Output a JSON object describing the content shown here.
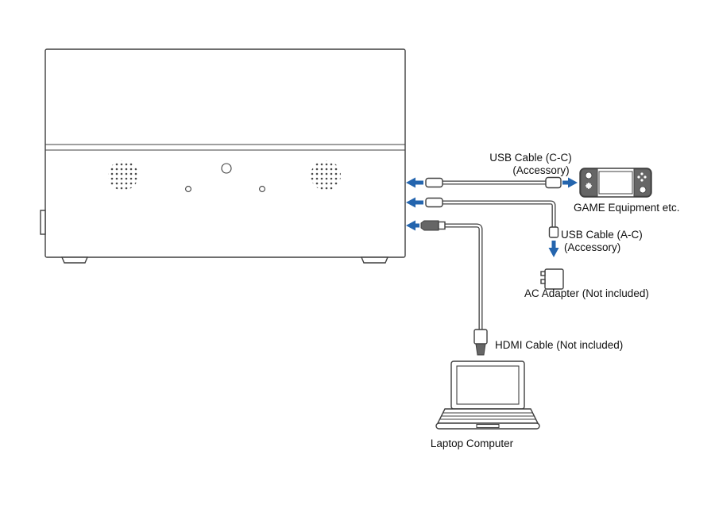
{
  "diagram": {
    "labels": {
      "usb_cc_line1": "USB Cable (C-C)",
      "usb_cc_line2": "(Accessory)",
      "game_equipment": "GAME Equipment etc.",
      "usb_ac_line1": "USB Cable (A-C)",
      "usb_ac_line2": "(Accessory)",
      "ac_adapter": "AC Adapter (Not included)",
      "hdmi_cable": "HDMI Cable (Not included)",
      "laptop": "Laptop Computer"
    },
    "colors": {
      "arrow_blue": "#2465ae",
      "line_gray": "#3f3f3f",
      "device_dark": "#666666"
    }
  }
}
